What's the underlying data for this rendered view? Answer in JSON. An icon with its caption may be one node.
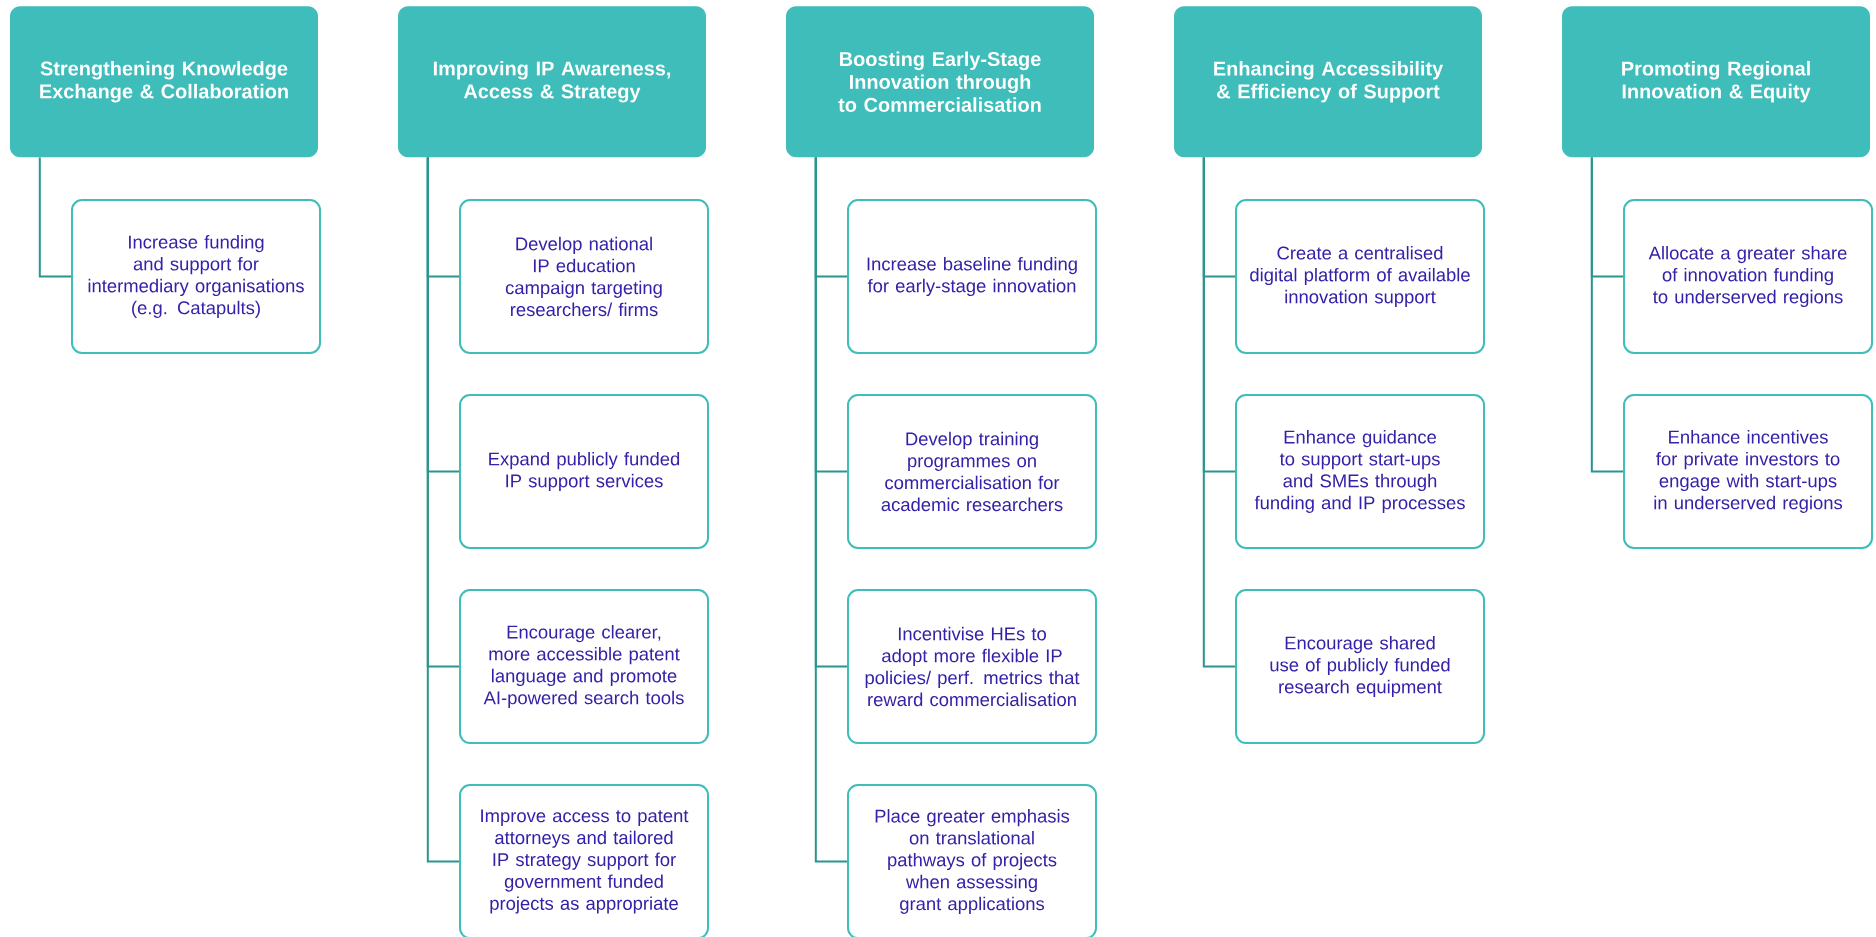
{
  "diagram": {
    "nodes": [
      {
        "text": [
          "Strengthening Knowledge Exchange & Collaboration"
        ]
      },
      {
        "text": [
          "Increase funding and support for intermediary organisations (e.g. Catapults)"
        ]
      },
      {
        "text": [
          "Improving IP Awareness, Access & Strategy"
        ]
      },
      {
        "text": [
          "Develop national IP education campaign targeting researchers/ firms"
        ]
      },
      {
        "text": [
          "Expand publicly funded IP support services"
        ]
      },
      {
        "text": [
          "Encourage clearer, more accessible patent language and promote AI-powered search tools"
        ]
      },
      {
        "text": [
          "Improve access to patent attorneys and tailored IP strategy support for government funded projects as appropriate"
        ]
      },
      {
        "text": [
          "Boosting Early-Stage Innovation through to Commercialisation"
        ]
      },
      {
        "text": [
          "Increase baseline funding for early-stage innovation"
        ]
      },
      {
        "text": [
          "Develop training programmes on commercialisation for academic researchers"
        ]
      },
      {
        "text": [
          "Incentivise HEs to adopt more flexible IP policies/ perf. metrics that reward commercialisation"
        ]
      },
      {
        "text": [
          "Place greater emphasis on translational pathways of projects when assessing grant applications"
        ]
      },
      {
        "text": [
          "Enhancing Accessibility & Efficiency of Support"
        ]
      },
      {
        "text": [
          "Create a centralised digital platform of available innovation support"
        ]
      },
      {
        "text": [
          "Enhance guidance to support start-ups and SMEs through funding and IP processes"
        ]
      },
      {
        "text": [
          "Encourage shared use of publicly funded research equipment"
        ]
      },
      {
        "text": [
          "Promoting Regional Innovation & Equity"
        ]
      },
      {
        "text": [
          "Allocate a greater share of innovation funding to underserved regions"
        ]
      },
      {
        "text": [
          "Enhance incentives for private investors to engage with start-ups in underserved regions"
        ]
      }
    ],
    "edges": [
      {
        "from": 0,
        "to": 1,
        "arrow": "none"
      },
      {
        "from": 2,
        "to": 3,
        "arrow": "none"
      },
      {
        "from": 2,
        "to": 4,
        "arrow": "none"
      },
      {
        "from": 2,
        "to": 5,
        "arrow": "none"
      },
      {
        "from": 2,
        "to": 6,
        "arrow": "none"
      },
      {
        "from": 7,
        "to": 8,
        "arrow": "none"
      },
      {
        "from": 7,
        "to": 9,
        "arrow": "none"
      },
      {
        "from": 7,
        "to": 10,
        "arrow": "none"
      },
      {
        "from": 7,
        "to": 11,
        "arrow": "none"
      },
      {
        "from": 12,
        "to": 13,
        "arrow": "none"
      },
      {
        "from": 12,
        "to": 14,
        "arrow": "none"
      },
      {
        "from": 12,
        "to": 15,
        "arrow": "none"
      },
      {
        "from": 16,
        "to": 17,
        "arrow": "none"
      },
      {
        "from": 16,
        "to": 18,
        "arrow": "none"
      }
    ]
  }
}
